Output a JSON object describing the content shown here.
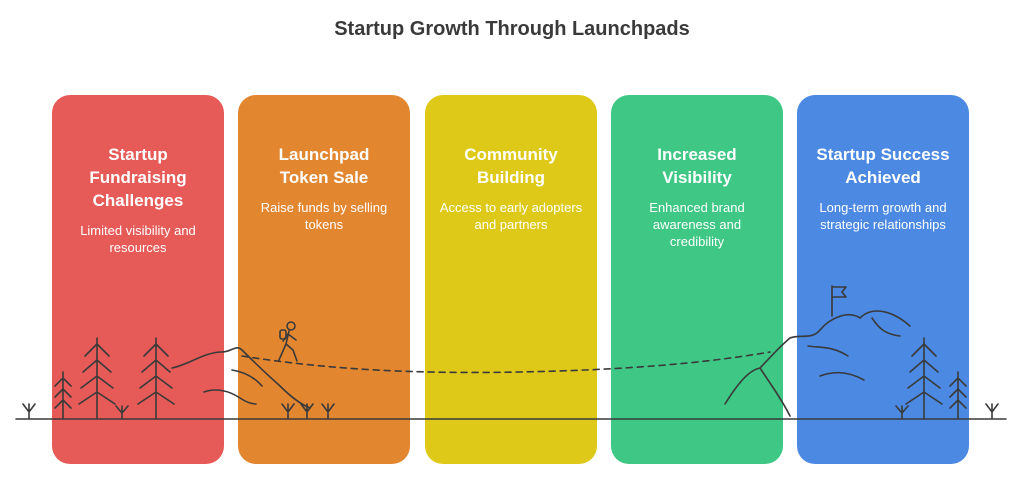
{
  "title": "Startup Growth Through Launchpads",
  "colors": {
    "stage1": "#e65a57",
    "stage2": "#e38630",
    "stage3": "#dfc918",
    "stage4": "#3ec785",
    "stage5": "#4b89e3",
    "line": "#3a3a3a"
  },
  "stages": [
    {
      "title": "Startup Fundraising Challenges",
      "desc": "Limited visibility and resources"
    },
    {
      "title": "Launchpad Token Sale",
      "desc": "Raise funds by selling tokens"
    },
    {
      "title": "Community Building",
      "desc": "Access to early adopters and partners"
    },
    {
      "title": "Increased Visibility",
      "desc": "Enhanced brand awareness and credibility"
    },
    {
      "title": "Startup Success Achieved",
      "desc": "Long-term growth and strategic relationships"
    }
  ],
  "icons": [
    "hiker-icon",
    "flag-icon",
    "pine-tree-icon",
    "grass-icon",
    "mountain-icon"
  ]
}
